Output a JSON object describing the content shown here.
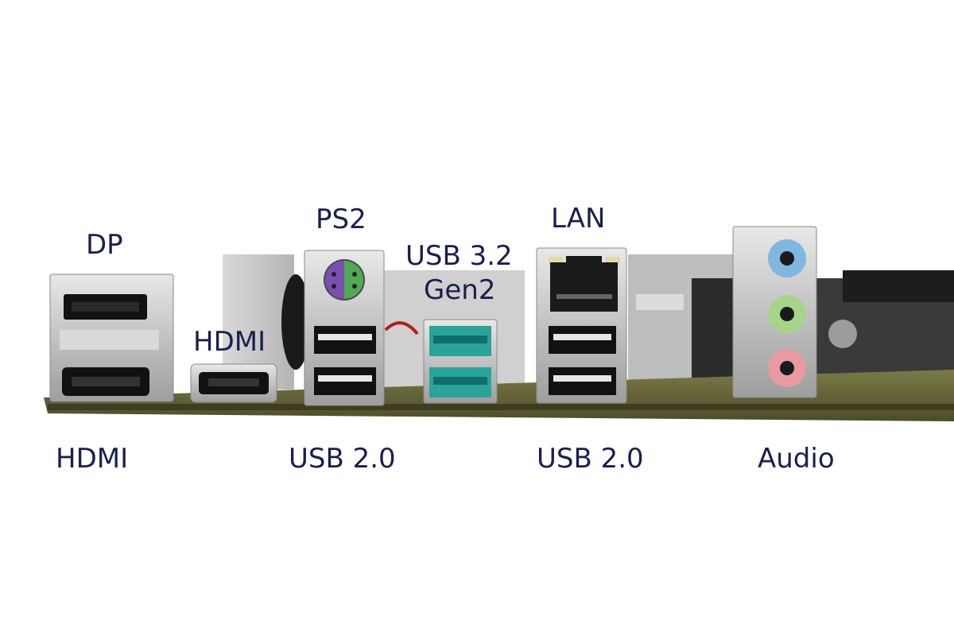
{
  "labels": {
    "dp": "DP",
    "hdmi_top": "HDMI",
    "ps2": "PS2",
    "usb32_line1": "USB 3.2",
    "usb32_line2": "Gen2",
    "lan": "LAN",
    "hdmi_bottom": "HDMI",
    "usb20_left": "USB 2.0",
    "usb20_right": "USB 2.0",
    "audio": "Audio"
  },
  "colors": {
    "label_text": "#1a1f4f",
    "pcb": "#6b6a3a",
    "metal": "#c9c9c9",
    "usb32_teal": "#2aa39a",
    "ps2_purple": "#7a4fb0",
    "ps2_green": "#4faa55",
    "audio_blue": "#7fb7e0",
    "audio_green": "#a7d48a",
    "audio_pink": "#e89aa0"
  }
}
